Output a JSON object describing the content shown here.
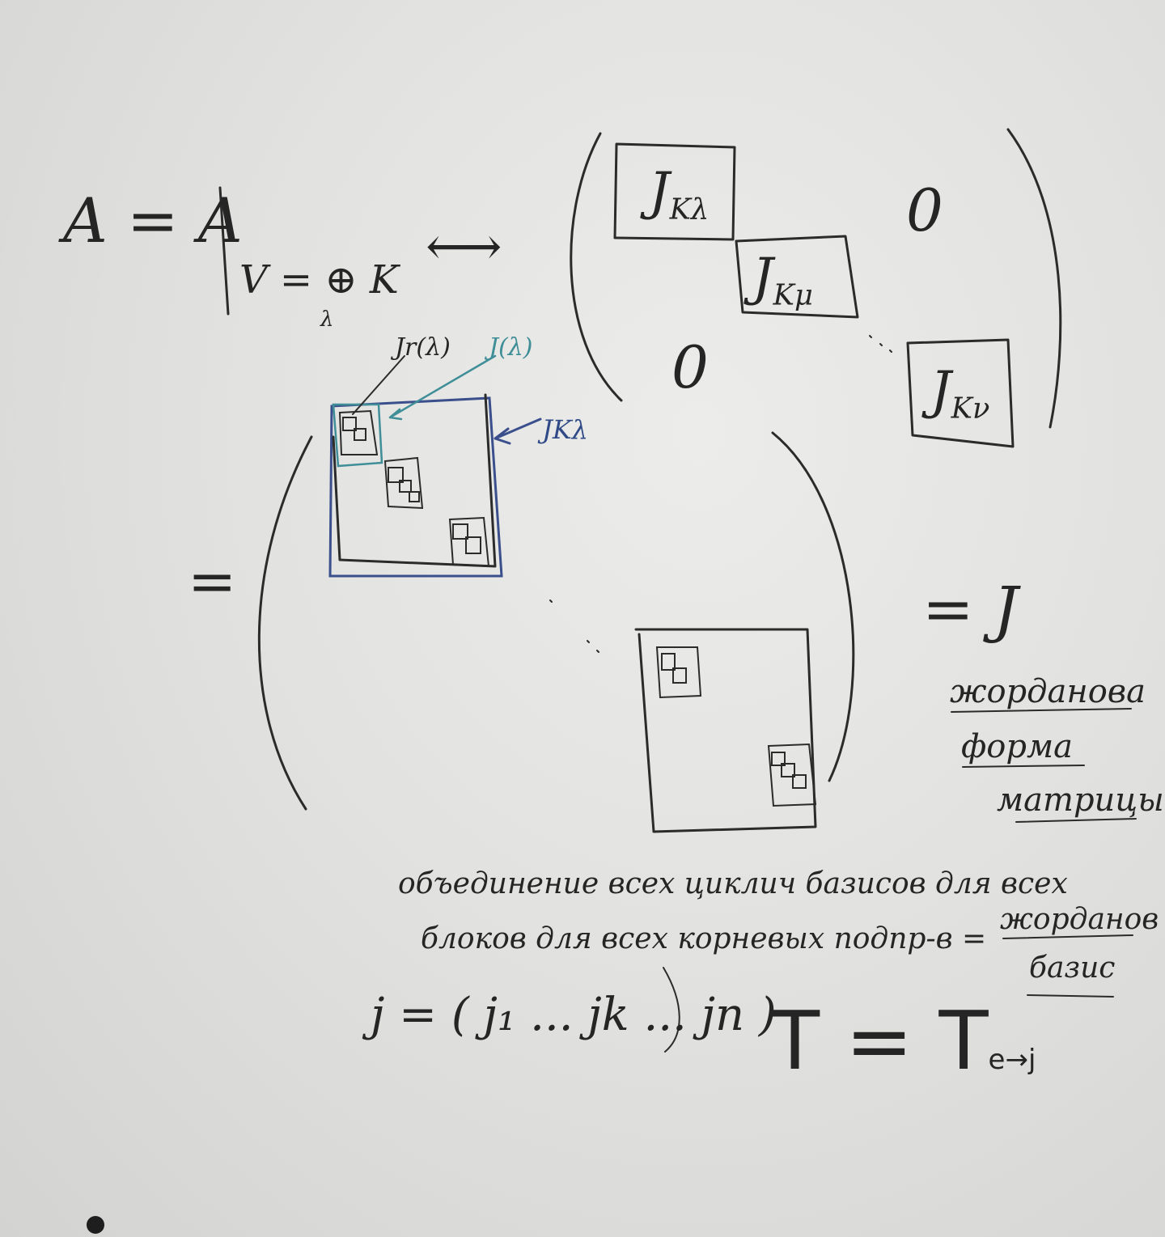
{
  "whiteboard": {
    "top_equation": {
      "lhs": "A = A",
      "restriction": "V = ⊕ K",
      "restriction_subscript": "λ",
      "arrow": "⟷"
    },
    "block_matrix": {
      "blocks": [
        {
          "symbol": "J",
          "subscript": "Kλ"
        },
        {
          "symbol": "J",
          "subscript": "Kμ"
        },
        {
          "symbol": "J",
          "subscript": "Kν"
        }
      ],
      "zero_top": "0",
      "zero_bottom": "0"
    },
    "inner_labels": {
      "jr": "Jr(λ)",
      "jl": "J(λ)",
      "jk": "JKλ"
    },
    "equals_left": "=",
    "equals_right": "= J",
    "jordan_form_label": [
      "жорданова",
      "форма",
      "матрицы"
    ],
    "sentence_line1": "объединение всех циклич базисов для всех",
    "sentence_line2": "блоков для всех корневых подпр-в =",
    "jordan_basis_label": [
      "жорданов",
      "базис"
    ],
    "j_equation": "j = ( j₁ ... jk ... jn )",
    "t_equation": "T = T",
    "t_subscript": "e→j"
  }
}
